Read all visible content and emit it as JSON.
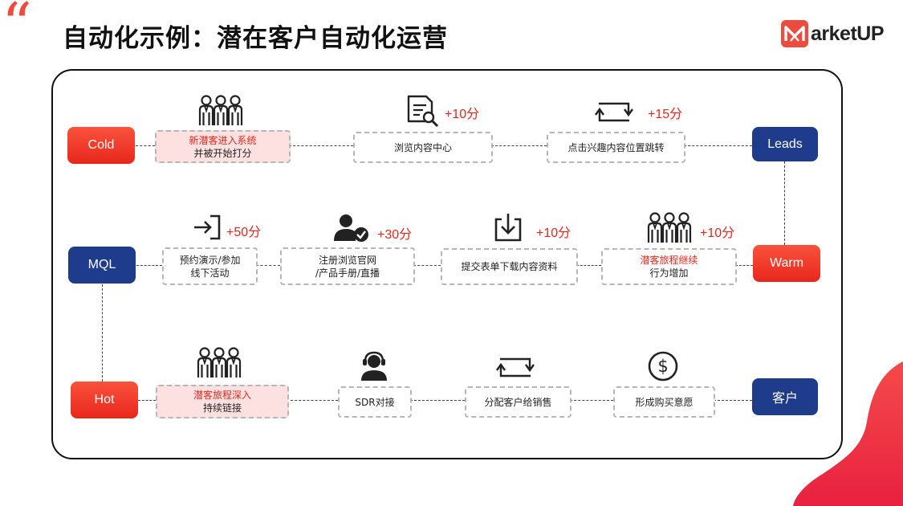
{
  "header": {
    "quote_mark": "“",
    "title": "自动化示例：潜在客户自动化运营",
    "logo_text": "arketUP"
  },
  "stages": {
    "cold": "Cold",
    "leads": "Leads",
    "mql": "MQL",
    "warm": "Warm",
    "hot": "Hot",
    "customer": "客户"
  },
  "row1": {
    "s1_line1": "新潜客进入系统",
    "s1_line2": "并被开始打分",
    "s2": "浏览内容中心",
    "s2_score": "+10分",
    "s3": "点击兴趣内容位置跳转",
    "s3_score": "+15分"
  },
  "row2": {
    "s1_line1": "预约演示/参加",
    "s1_line2": "线下活动",
    "s1_score": "+50分",
    "s2_line1": "注册浏览官网",
    "s2_line2": "/产品手册/直播",
    "s2_score": "+30分",
    "s3": "提交表单下载内容资料",
    "s3_score": "+10分",
    "s4_line1": "潜客旅程继续",
    "s4_line2": "行为增加",
    "s4_score": "+10分"
  },
  "row3": {
    "s1_line1": "潜客旅程深入",
    "s1_line2": "持续链接",
    "s2": "SDR对接",
    "s3": "分配客户给销售",
    "s4": "形成购买意愿"
  },
  "colors": {
    "accent_red": "#e8271c",
    "stage_blue": "#1f3c8c",
    "highlight_pink": "#fde1e1"
  }
}
